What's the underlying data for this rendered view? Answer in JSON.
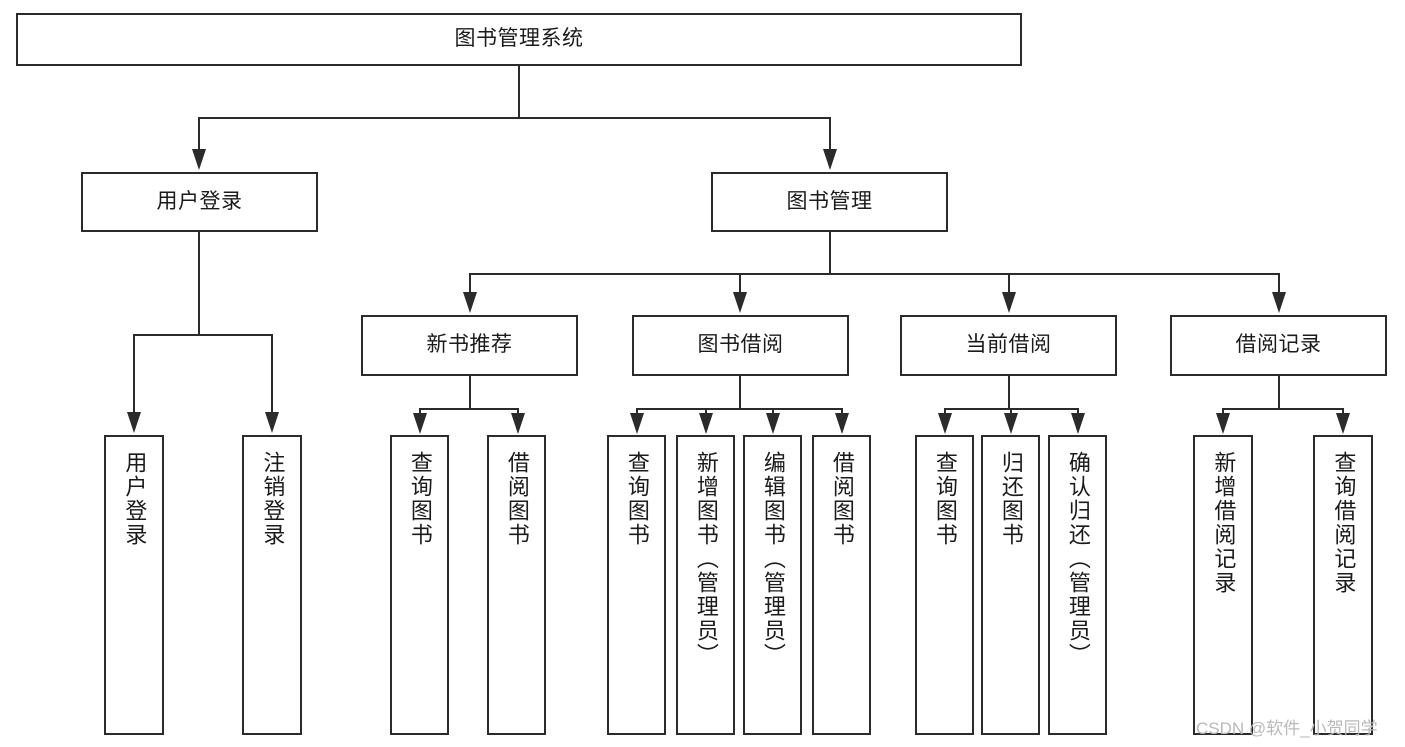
{
  "diagram": {
    "type": "tree",
    "title": "图书管理系统",
    "root": {
      "label": "图书管理系统"
    },
    "level2": [
      {
        "label": "用户登录"
      },
      {
        "label": "图书管理"
      }
    ],
    "level3": [
      {
        "label": "新书推荐"
      },
      {
        "label": "图书借阅"
      },
      {
        "label": "当前借阅"
      },
      {
        "label": "借阅记录"
      }
    ],
    "leaves": {
      "user_login": [
        {
          "label": "用户登录"
        },
        {
          "label": "注销登录"
        }
      ],
      "new_book_recommend": [
        {
          "label": "查询图书"
        },
        {
          "label": "借阅图书"
        }
      ],
      "book_borrow": [
        {
          "label": "查询图书"
        },
        {
          "label": "新增图书（管理员）"
        },
        {
          "label": "编辑图书（管理员）"
        },
        {
          "label": "借阅图书"
        }
      ],
      "current_borrow": [
        {
          "label": "查询图书"
        },
        {
          "label": "归还图书"
        },
        {
          "label": "确认归还（管理员）"
        }
      ],
      "borrow_record": [
        {
          "label": "新增借阅记录"
        },
        {
          "label": "查询借阅记录"
        }
      ]
    }
  },
  "watermark": {
    "text": "CSDN @软件_小贺同学"
  },
  "colors": {
    "stroke": "#2b2b2b",
    "box_fill": "#ffffff",
    "text": "#1b1b1b",
    "watermark": "#b9b9b9",
    "background": "#ffffff"
  }
}
